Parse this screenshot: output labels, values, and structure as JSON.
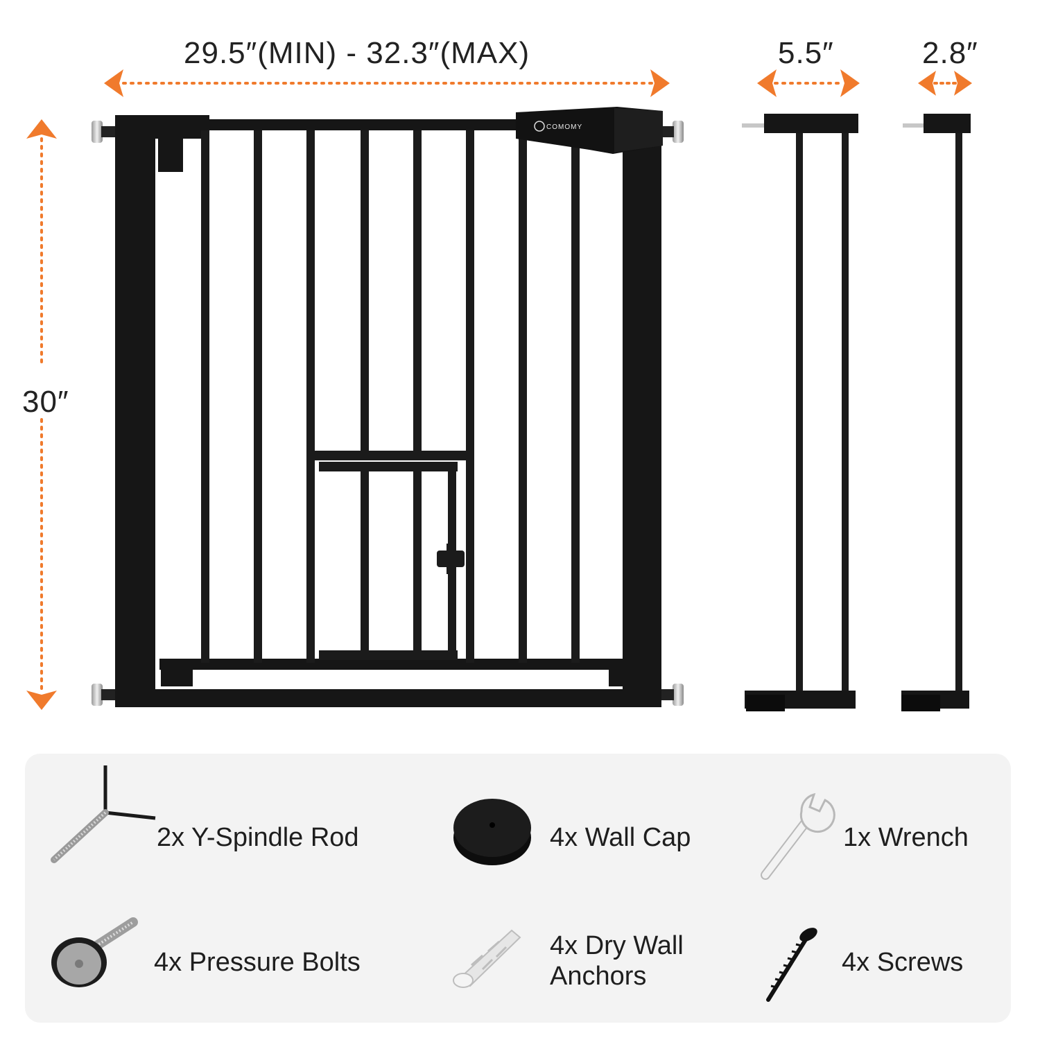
{
  "dimensions": {
    "width_range": "29.5″(MIN) - 32.3″(MAX)",
    "extension_large": "5.5″",
    "extension_small": "2.8″",
    "height": "30″"
  },
  "brand": "COMOMY",
  "colors": {
    "accent": "#f07a2c",
    "frame": "#161616",
    "panel_bg": "#f3f3f3"
  },
  "parts": [
    {
      "label": "2x Y-Spindle Rod",
      "icon": "y-spindle-rod-icon"
    },
    {
      "label": "4x Wall Cap",
      "icon": "wall-cap-icon"
    },
    {
      "label": "1x Wrench",
      "icon": "wrench-icon"
    },
    {
      "label": "4x Pressure Bolts",
      "icon": "pressure-bolt-icon"
    },
    {
      "label_line1": "4x Dry Wall",
      "label_line2": "Anchors",
      "icon": "dry-wall-anchor-icon"
    },
    {
      "label": "4x Screws",
      "icon": "screw-icon"
    }
  ]
}
